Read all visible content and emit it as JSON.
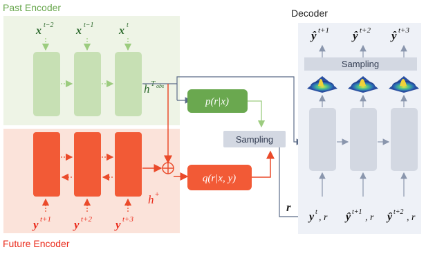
{
  "past_encoder": {
    "title": "Past Encoder",
    "inputs": [
      "x^{t−2}",
      "x^{t−1}",
      "x^t"
    ],
    "output_label": "h^{T_obs}"
  },
  "future_encoder": {
    "title": "Future Encoder",
    "inputs": [
      "y^{t+1}",
      "y^{t+2}",
      "y^{t+3}"
    ],
    "output_label": "h^+"
  },
  "decoder": {
    "title": "Decoder",
    "outputs": [
      "ŷ^{t+1}",
      "ŷ^{t+2}",
      "ŷ^{t+3}"
    ],
    "inputs": [
      "y^t, r",
      "ŷ^{t+1}, r",
      "ŷ^{t+2}, r"
    ],
    "sampling_label": "Sampling"
  },
  "prior": {
    "label": "p(r|x)"
  },
  "posterior": {
    "label": "q(r|x, y)"
  },
  "center_sampling": {
    "label": "Sampling"
  },
  "latent": {
    "label": "r"
  },
  "colors": {
    "past_green": "#6aa84f",
    "past_bg": "#eef4e6",
    "past_cell": "#c7e0b4",
    "future_red": "#ea4a2a",
    "future_bg": "#fbe3da",
    "future_cell": "#f25a36",
    "decoder_bg": "#eef1f7",
    "decoder_cell": "#d3d8e2",
    "arrow_gray": "#8a96ad"
  }
}
